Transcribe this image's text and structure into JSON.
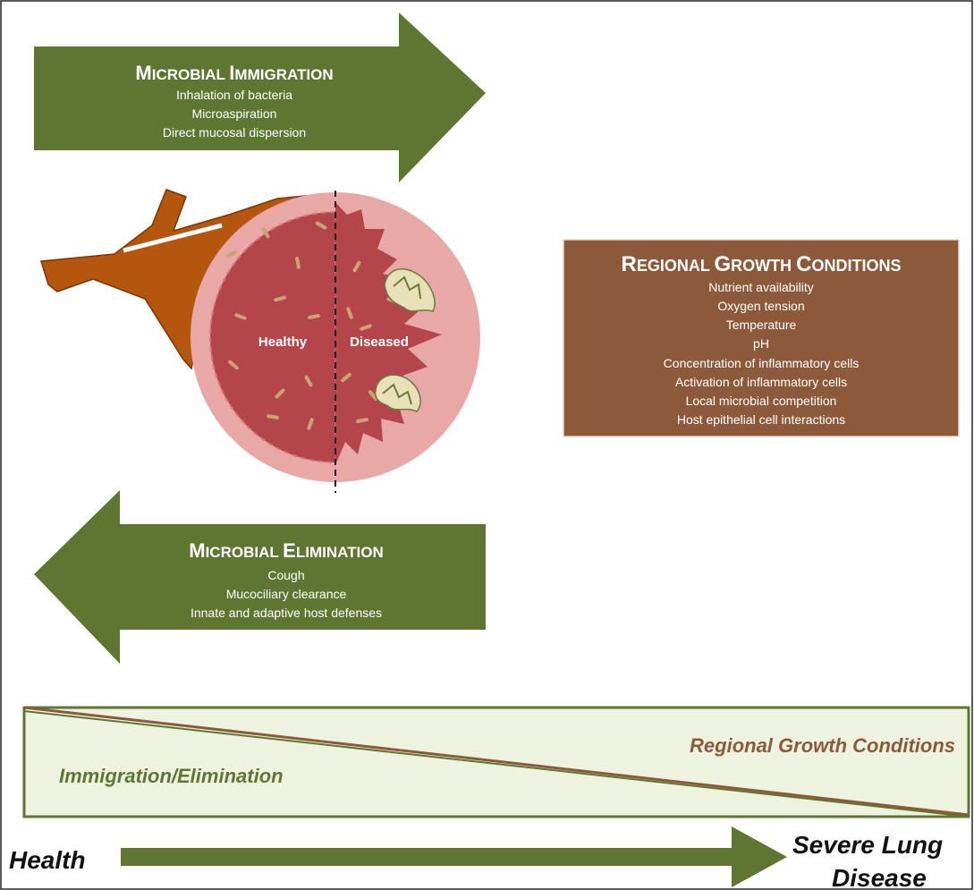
{
  "immigration": {
    "title_first": "M",
    "title_rest": "ICROBIAL ",
    "title_first2": "I",
    "title_rest2": "MMIGRATION",
    "items": [
      "Inhalation of bacteria",
      "Microaspiration",
      "Direct mucosal dispersion"
    ]
  },
  "elimination": {
    "title_first": "M",
    "title_rest": "ICROBIAL ",
    "title_first2": "E",
    "title_rest2": "LIMINATION",
    "items": [
      "Cough",
      "Mucociliary clearance",
      "Innate and adaptive host defenses"
    ]
  },
  "growth": {
    "title_first": "R",
    "title_rest": "EGIONAL ",
    "title_first2": "G",
    "title_rest2": "ROWTH ",
    "title_first3": "C",
    "title_rest3": "ONDITIONS",
    "items": [
      "Nutrient availability",
      "Oxygen tension",
      "Temperature",
      "pH",
      "Concentration of inflammatory cells",
      "Activation of inflammatory cells",
      "Local microbial competition",
      "Host epithelial cell interactions"
    ]
  },
  "alveolus": {
    "healthy_label": "Healthy",
    "diseased_label": "Diseased"
  },
  "gradient": {
    "upper_label": "Regional Growth Conditions",
    "lower_label": "Immigration/Elimination"
  },
  "axis": {
    "left_label": "Health",
    "right_label_line1": "Severe Lung",
    "right_label_line2": "Disease"
  },
  "colors": {
    "green": "#5e7631",
    "brown": "#8c5a3a",
    "airway": "#b5560e",
    "alveolus_outer": "#e8a9a6",
    "alveolus_inner": "#b4454a",
    "panel_bg": "#eef3e0"
  }
}
